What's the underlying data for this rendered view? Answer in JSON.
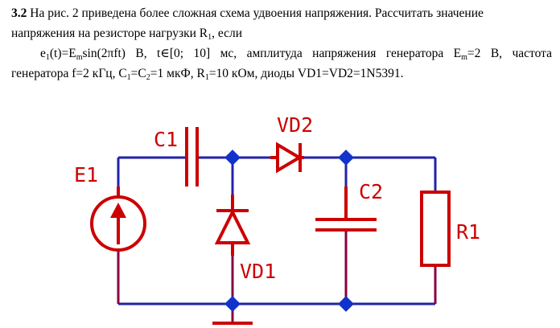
{
  "problem": {
    "number": "3.2",
    "line1": "На рис. 2 приведена более сложная схема удвоения напряжения. Рассчитать значение",
    "line2_a": "напряжения на резисторе нагрузки R",
    "line2_sub": "1",
    "line2_b": ", если",
    "line3": {
      "e": "e",
      "e_sub": "1",
      "a": "(t)=E",
      "m_sub": "m",
      "b": "sin(2πft)  В,  t∈[0;  10]  мс,  амплитуда  напряжения  генератора  E",
      "m2_sub": "m",
      "c": "=2  В,  частота"
    },
    "line4": {
      "a": "генератора f=2 кГц, C",
      "c1_sub": "1",
      "b": "=C",
      "c2_sub": "2",
      "c": "=1 мкФ, R",
      "r1_sub": "1",
      "d": "=10 кОм, диоды VD1=VD2=1N5391."
    }
  },
  "schematic": {
    "labels": {
      "e1": "E1",
      "c1": "C1",
      "vd2": "VD2",
      "c2": "C2",
      "vd1": "VD1",
      "r1": "R1"
    },
    "colors": {
      "wire": "#2222aa",
      "lead": "#880044",
      "component": "#cc0000",
      "node": "#1133cc"
    }
  }
}
